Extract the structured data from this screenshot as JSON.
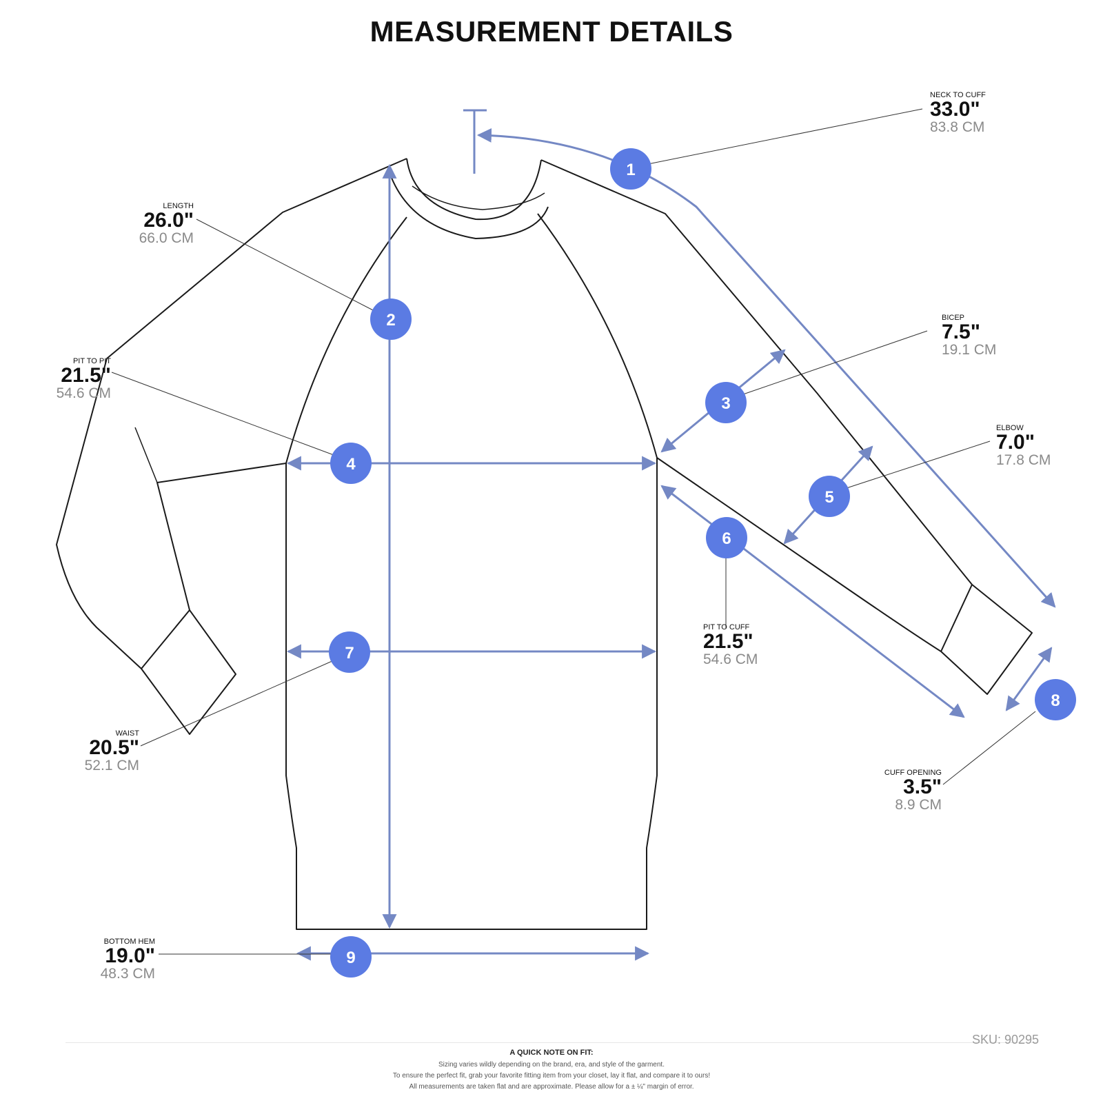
{
  "title": "MEASUREMENT DETAILS",
  "colors": {
    "accent": "#5b7be3",
    "arrow": "#7488c4",
    "outline": "#1a1a1a",
    "cm_text": "#8a8a8a"
  },
  "measurements": [
    {
      "number": "1",
      "name": "NECK TO CUFF",
      "inches": "33.0\"",
      "cm": "83.8 CM"
    },
    {
      "number": "2",
      "name": "LENGTH",
      "inches": "26.0\"",
      "cm": "66.0 CM"
    },
    {
      "number": "3",
      "name": "BICEP",
      "inches": "7.5\"",
      "cm": "19.1 CM"
    },
    {
      "number": "4",
      "name": "PIT TO PIT",
      "inches": "21.5\"",
      "cm": "54.6 CM"
    },
    {
      "number": "5",
      "name": "ELBOW",
      "inches": "7.0\"",
      "cm": "17.8 CM"
    },
    {
      "number": "6",
      "name": "PIT TO CUFF",
      "inches": "21.5\"",
      "cm": "54.6 CM"
    },
    {
      "number": "7",
      "name": "WAIST",
      "inches": "20.5\"",
      "cm": "52.1 CM"
    },
    {
      "number": "8",
      "name": "CUFF OPENING",
      "inches": "3.5\"",
      "cm": "8.9 CM"
    },
    {
      "number": "9",
      "name": "BOTTOM HEM",
      "inches": "19.0\"",
      "cm": "48.3 CM"
    }
  ],
  "sku": "SKU: 90295",
  "footer": {
    "heading": "A QUICK NOTE ON FIT:",
    "lines": [
      "Sizing varies wildly depending on the brand, era, and style of the garment.",
      "To ensure the perfect fit, grab your favorite fitting item from your closet, lay it flat, and compare it to ours!",
      "All measurements are taken flat and are approximate. Please allow for a ± ¼\" margin of error."
    ]
  }
}
